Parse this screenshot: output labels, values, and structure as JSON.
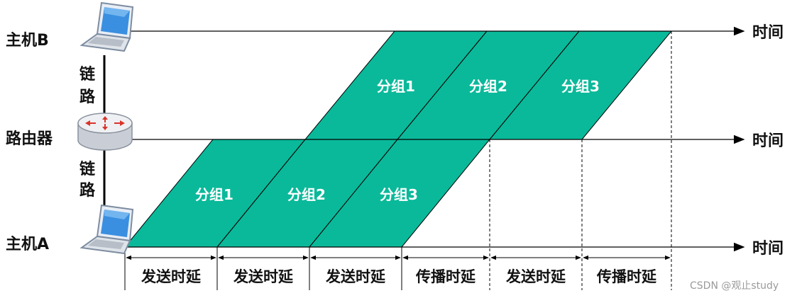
{
  "nodes": {
    "host_b": "主机B",
    "router": "路由器",
    "host_a": "主机A"
  },
  "links": {
    "upper": [
      "链",
      "路"
    ],
    "lower": [
      "链",
      "路"
    ]
  },
  "time_labels": [
    "时间",
    "时间",
    "时间"
  ],
  "packets_a_to_router": [
    "分组1",
    "分组2",
    "分组3"
  ],
  "packets_router_to_b": [
    "分组1",
    "分组2",
    "分组3"
  ],
  "delays": [
    "发送时延",
    "发送时延",
    "发送时延",
    "传播时延",
    "发送时延",
    "传播时延"
  ],
  "watermark": "CSDN @观止study",
  "colors": {
    "packet_fill": "#0ab99a",
    "line": "#000000"
  }
}
